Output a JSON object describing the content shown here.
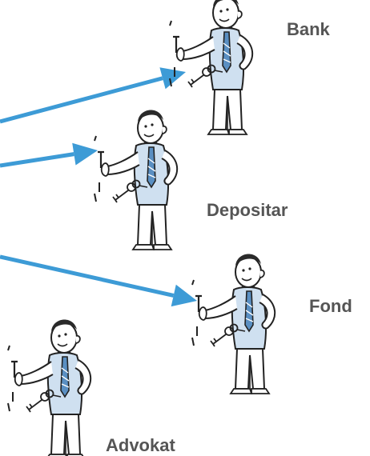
{
  "diagram": {
    "arrow_color": "#3d9bd6",
    "figure": {
      "line_color": "#222222",
      "shirt_color": "#cfe0f0",
      "tie_color": "#5a8fc2"
    },
    "nodes": [
      {
        "id": "bank",
        "label": "Bank"
      },
      {
        "id": "depositar",
        "label": "Depositar"
      },
      {
        "id": "fond",
        "label": "Fond"
      },
      {
        "id": "advokat",
        "label": "Advokat"
      }
    ],
    "edges": [
      {
        "from": "",
        "to": "bank"
      },
      {
        "from": "",
        "to": "depositar"
      },
      {
        "from": "",
        "to": "fond"
      }
    ]
  }
}
